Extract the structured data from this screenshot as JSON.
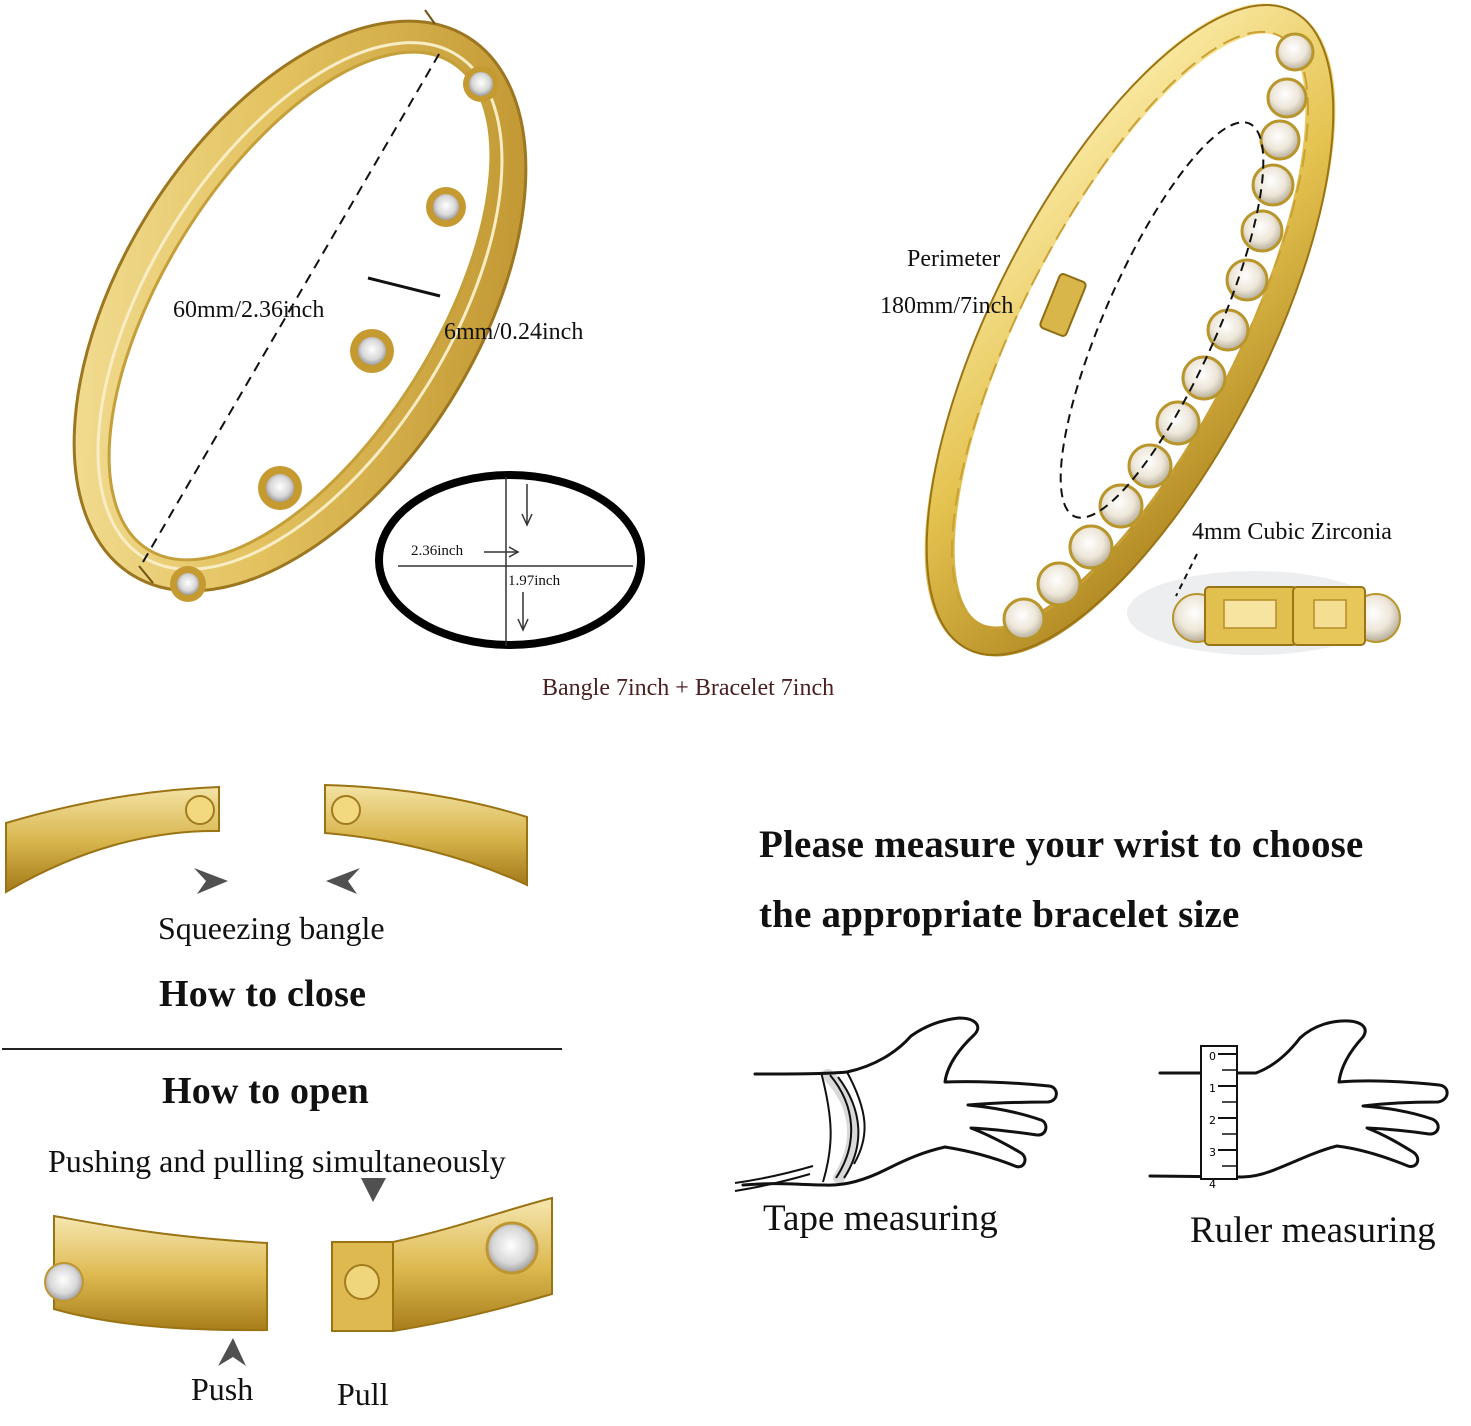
{
  "top_left": {
    "diameter_label": "60mm/2.36inch",
    "width_label": "6mm/0.24inch",
    "oval_width_label": "2.36inch",
    "oval_height_label": "1.97inch"
  },
  "top_right": {
    "perimeter_label_line1": "Perimeter",
    "perimeter_label_line2": "180mm/7inch",
    "stone_label": "4mm Cubic Zirconia"
  },
  "combo_caption": "Bangle 7inch + Bracelet 7inch",
  "close_section": {
    "action_label": "Squeezing bangle",
    "title": "How to close"
  },
  "open_section": {
    "title": "How to open",
    "instruction": "Pushing and pulling simultaneously",
    "push_label": "Push",
    "pull_label": "Pull"
  },
  "measure_section": {
    "headline_line1": "Please measure your wrist to choose",
    "headline_line2": "the appropriate bracelet size",
    "tape_label": "Tape measuring",
    "ruler_label": "Ruler measuring",
    "ruler_ticks": [
      "0",
      "1",
      "2",
      "3",
      "4"
    ]
  },
  "colors": {
    "gold": "#d4b14a",
    "gold_light": "#f3e2a0",
    "gold_dark": "#a57e1f",
    "ink": "#111111"
  }
}
